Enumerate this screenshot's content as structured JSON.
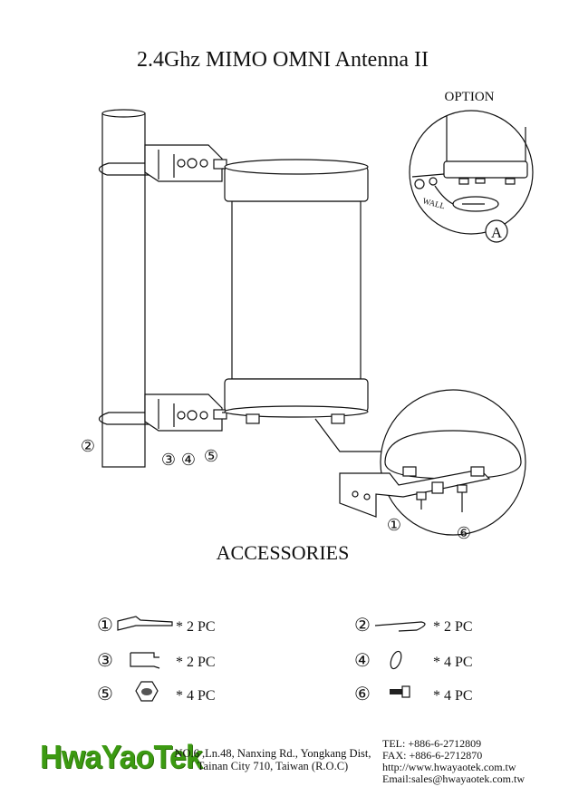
{
  "title": "2.4Ghz MIMO OMNI Antenna II",
  "option": {
    "label": "OPTION",
    "wall_label": "WALL",
    "callout": "A"
  },
  "callouts": {
    "c1": "①",
    "c2": "②",
    "c3": "③",
    "c4": "④",
    "c5": "⑤",
    "c6": "⑥"
  },
  "accessories": {
    "heading": "ACCESSORIES",
    "items": [
      {
        "num": "①",
        "qty": "* 2 PC"
      },
      {
        "num": "②",
        "qty": "* 2 PC"
      },
      {
        "num": "③",
        "qty": "* 2 PC"
      },
      {
        "num": "④",
        "qty": "* 4 PC"
      },
      {
        "num": "⑤",
        "qty": "* 4 PC"
      },
      {
        "num": "⑥",
        "qty": "* 4 PC"
      }
    ]
  },
  "footer": {
    "logo": "HwaYaoTek",
    "address_line1": "NO.6 ,Ln.48, Nanxing Rd., Yongkang Dist,",
    "address_line2": "Tainan City 710, Taiwan (R.O.C)",
    "tel": "TEL: +886-6-2712809",
    "fax": "FAX: +886-6-2712870",
    "web": "http://www.hwayaotek.com.tw",
    "email": "Email:sales@hwayaotek.com.tw"
  },
  "colors": {
    "logo_green": "#3c9a12"
  }
}
